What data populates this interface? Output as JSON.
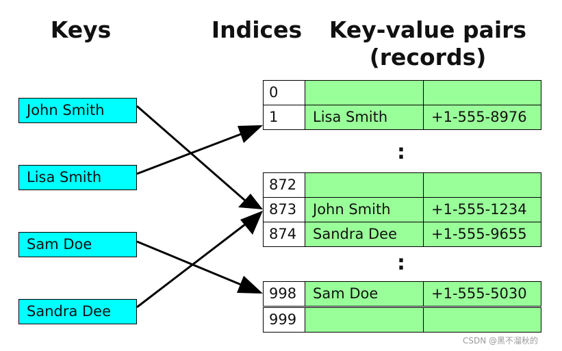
{
  "headings": {
    "keys": "Keys",
    "indices": "Indices",
    "kv_line1": "Key-value pairs",
    "kv_line2": "(records)"
  },
  "keys": [
    "John Smith",
    "Lisa Smith",
    "Sam Doe",
    "Sandra Dee"
  ],
  "rows": [
    {
      "index": "0",
      "name": "",
      "phone": ""
    },
    {
      "index": "1",
      "name": "Lisa Smith",
      "phone": "+1-555-8976"
    },
    {
      "index": "872",
      "name": "",
      "phone": ""
    },
    {
      "index": "873",
      "name": "John Smith",
      "phone": "+1-555-1234"
    },
    {
      "index": "874",
      "name": "Sandra Dee",
      "phone": "+1-555-9655"
    },
    {
      "index": "998",
      "name": "Sam Doe",
      "phone": "+1-555-5030"
    },
    {
      "index": "999",
      "name": "",
      "phone": ""
    }
  ],
  "ellipsis": [
    ":",
    ":"
  ],
  "mappings": [
    {
      "key": "John Smith",
      "index": "873"
    },
    {
      "key": "Lisa Smith",
      "index": "1"
    },
    {
      "key": "Sam Doe",
      "index": "998"
    },
    {
      "key": "Sandra Dee",
      "index": "873"
    }
  ],
  "colors": {
    "key_fill": "#00ffff",
    "record_fill": "#99ff99",
    "index_fill": "#ffffff",
    "line": "#000000"
  },
  "watermark": "CSDN @黑不溜秋的"
}
